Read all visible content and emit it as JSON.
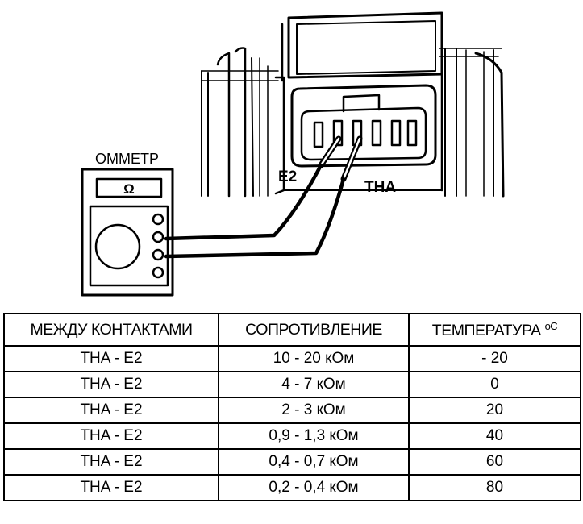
{
  "diagram": {
    "ohmmeter_label": "ОММЕТР",
    "ohm_symbol": "Ω",
    "terminal_e2_label": "E2",
    "terminal_tha_label": "THA"
  },
  "table": {
    "headers": {
      "contacts": "МЕЖДУ КОНТАКТАМИ",
      "resistance": "СОПРОТИВЛЕНИЕ",
      "temperature": "ТЕМПЕРАТУРА ",
      "temperature_unit": "оС"
    },
    "rows": [
      {
        "contacts": "THA - E2",
        "resistance": "10 - 20 кОм",
        "temperature": "- 20"
      },
      {
        "contacts": "THA - E2",
        "resistance": "4 - 7 кОм",
        "temperature": "0"
      },
      {
        "contacts": "THA - E2",
        "resistance": "2 - 3 кОм",
        "temperature": "20"
      },
      {
        "contacts": "THA - E2",
        "resistance": "0,9 - 1,3 кОм",
        "temperature": "40"
      },
      {
        "contacts": "THA - E2",
        "resistance": "0,4 - 0,7 кОм",
        "temperature": "60"
      },
      {
        "contacts": "THA - E2",
        "resistance": "0,2 - 0,4 кОм",
        "temperature": "80"
      }
    ]
  }
}
